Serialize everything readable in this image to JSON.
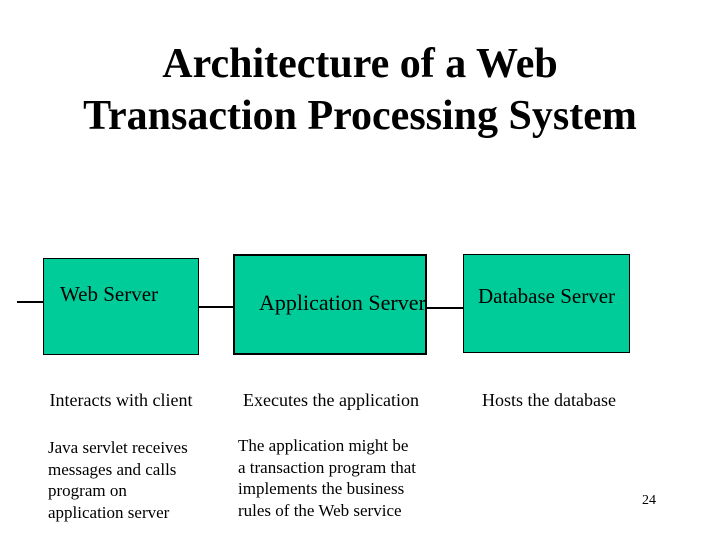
{
  "slide": {
    "title": "Architecture of a Web\nTransaction Processing System",
    "page_number": "24",
    "colors": {
      "background": "#FFFFFF",
      "box_fill": "#00CC99",
      "box_border": "#000000",
      "text": "#000000"
    },
    "servers": [
      {
        "id": "web-server",
        "box_label": "Web Server",
        "role": "Interacts with client",
        "detail": "Java servlet receives\nmessages and calls\nprogram on\napplication server"
      },
      {
        "id": "application-server",
        "box_label": "Application Server",
        "role": "Executes the application",
        "detail": "The application might be\na transaction program that\nimplements the business\nrules of the Web service"
      },
      {
        "id": "database-server",
        "box_label": "Database Server",
        "role": "Hosts the database",
        "detail": ""
      }
    ]
  }
}
